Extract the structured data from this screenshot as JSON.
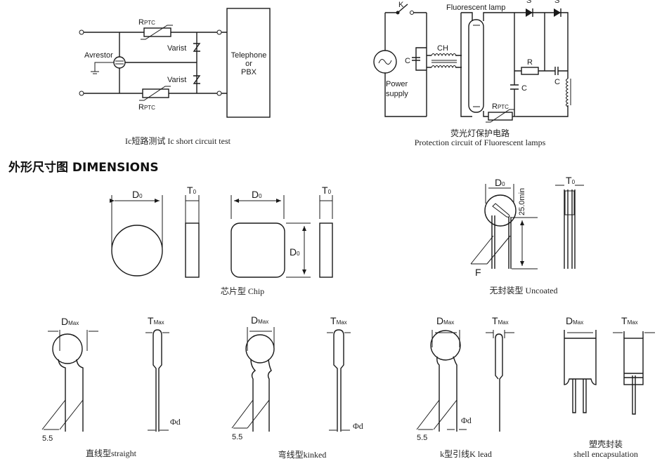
{
  "circuit_short": {
    "rptc_main": "R",
    "rptc_sub": "PTC",
    "arrestor": "Avrestor",
    "varistor": "Varist",
    "box_line1": "Telephone",
    "box_line2": "or",
    "box_line3": "PBX",
    "caption": "Ic短路测试  Ic short circuit test"
  },
  "circuit_lamp": {
    "switch": "K",
    "title": "Fluorescent lamp",
    "diode": "S",
    "choke": "CH",
    "cap": "C",
    "resistor": "R",
    "rptc_main": "R",
    "rptc_sub": "PTC",
    "power1": "Power",
    "power2": "supply",
    "caption_cn": "荧光灯保护电路",
    "caption_en": "Protection circuit of Fluorescent lamps"
  },
  "heading": "外形尺寸图 DIMENSIONS",
  "dims": {
    "d0": "D",
    "t0": "T",
    "zero": "0",
    "dmax": "D",
    "tmax": "T",
    "max": "Max",
    "pitch": "5.5",
    "phi_d": "Φd",
    "f": "F",
    "min_len": "25.0min",
    "chip_caption": "芯片型 Chip",
    "uncoated_caption": "无封装型   Uncoated",
    "straight_caption": "直线型straight",
    "kinked_caption": "弯线型kinked",
    "klead_caption": "k型引线K lead",
    "shell_caption_cn": "塑壳封装",
    "shell_caption_en": "shell encapsulation"
  }
}
